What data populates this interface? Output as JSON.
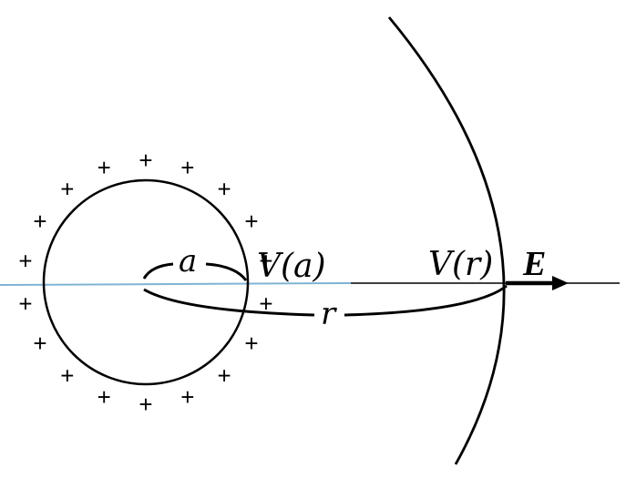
{
  "labels": {
    "radius_a": "a",
    "potential_a": "V(a)",
    "distance_r": "r",
    "potential_r": "V(r)",
    "field": "E"
  },
  "charges": {
    "symbol": "+",
    "count": 18
  },
  "colors": {
    "stroke": "#000000",
    "axis_left": "#7fb3d5",
    "background": "#ffffff"
  }
}
